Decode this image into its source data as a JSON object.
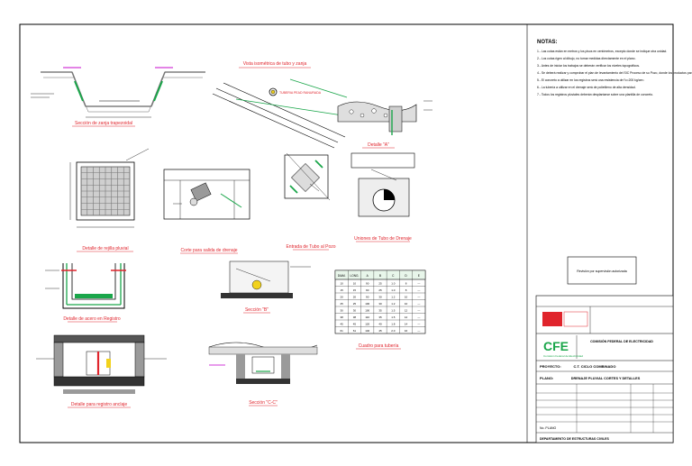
{
  "notes": {
    "title": "NOTAS:",
    "items": [
      "1.- Las cotas están en metros y los pisos en centímetros, excepto donde se indique otra unidad.",
      "2.- Los cotas rigen al dibujo, no tomar medidas directamente en el plano.",
      "3.- Antes de iniciar los trabajos se deberán verificar los niveles topográficos.",
      "4.- Se deberá realizar y comprobar el plan de levantamiento del SIC Proceso de su Pozo, donde los productos para cumplimiento fueran los registros.",
      "5.- El concreto a utilizar en los registros será una resistencia de f'c=200 kg/cm².",
      "6.- La tubería a utilizar en el drenaje será de polietileno de alta densidad.",
      "7.- Todos los registros pluviales deberán desplantarse sobre una plantilla de concreto."
    ]
  },
  "labels": {
    "seccion_zanja": "Sección de zanja trapezoidal",
    "vista_isometrica": "Vista isométrica de tubo y zanja",
    "tubo_ranurado": "TUBERIA PEAD RANURADA",
    "detalle_a": "Detalle \"A\"",
    "rejilla_pluvial": "Detalle de rejilla pluvial",
    "corte_salida": "Corte para salida de drenaje",
    "tubo_pozo": "Entrada de Tubo al Pozo",
    "union_tubos": "Uniones de Tubo de Drenaje",
    "acero_registro": "Detalle de acero en Registro",
    "registro_anclaje": "Detalle para registro anclaje",
    "seccion_b": "Sección \"B\"",
    "seccion_c": "Sección \"C-C\"",
    "cuadro_tabla": "Cuadro para tubería",
    "sello": "Revisión por supervisión autorizada"
  },
  "table": {
    "headers": [
      "DIAM.",
      "LONG.",
      "A",
      "B",
      "C",
      "D",
      "E"
    ],
    "rows": [
      [
        "10",
        "10",
        "90",
        "25",
        "1.0",
        "8",
        "—"
      ],
      [
        "15",
        "15",
        "90",
        "25",
        "1.0",
        "8",
        "—"
      ],
      [
        "20",
        "20",
        "90",
        "30",
        "1.2",
        "10",
        "—"
      ],
      [
        "25",
        "25",
        "100",
        "30",
        "1.2",
        "10",
        "—"
      ],
      [
        "30",
        "30",
        "100",
        "35",
        "1.5",
        "12",
        "—"
      ],
      [
        "38",
        "38",
        "110",
        "35",
        "1.5",
        "12",
        "—"
      ],
      [
        "45",
        "45",
        "120",
        "40",
        "1.8",
        "14",
        "—"
      ],
      [
        "61",
        "61",
        "140",
        "45",
        "2.0",
        "16",
        "—"
      ]
    ]
  },
  "title_block": {
    "cfe_logo": "CFE",
    "cfe_name": "Comisión Federal de Electricidad",
    "org_line": "COMISIÓN FEDERAL DE ELECTRICIDAD",
    "project_label": "PROYECTO:",
    "project": "C.T. CICLO COMBINADO",
    "plano_label": "PLANO:",
    "plano": "DRENAJE PLUVIAL CORTES Y DETALLES",
    "footer": "DEPARTAMENTO DE ESTRUCTURAS CIVILES",
    "plano_no_label": "No. PLANO"
  },
  "colors": {
    "red": "#e0242c",
    "green": "#1aa64a",
    "yellow": "#f2d21b",
    "magenta": "#d23ad8",
    "gray": "#9a9a9a"
  }
}
